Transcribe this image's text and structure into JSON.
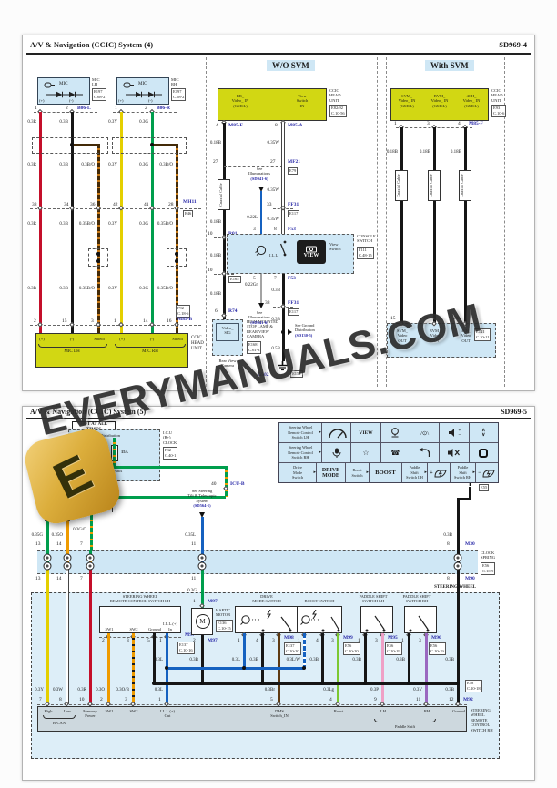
{
  "watermark": {
    "text": "EVERYMANUALS.COM",
    "logo_letter": "E"
  },
  "colors": {
    "ref_blue": "#2626a6",
    "block_yellow": "#d2d713",
    "light_blue": "#cfe7f5",
    "wire_red": "#c40f2a",
    "wire_black": "#161616",
    "wire_yellow": "#e4cf00",
    "wire_green": "#009e4d",
    "wire_orange": "#ef9b00",
    "wire_blue": "#1561c0",
    "wire_brown": "#5e3a12",
    "wire_pink": "#efa0c6",
    "wire_violet": "#9a68c0",
    "wire_lightgreen": "#7cc832",
    "wire_gray": "#a3a3a3"
  },
  "p4": {
    "title": "A/V & Navigation (CCIC) System (4)",
    "code": "SD969-4",
    "mic_lh": {
      "label": "MIC",
      "side": [
        "MIC",
        "LH"
      ],
      "conn": [
        "E197",
        "C.68-2"
      ],
      "pin1": "1",
      "pin2": "2",
      "ref": "B06-L",
      "plus": "(+)",
      "minus": "(-)"
    },
    "mic_rh": {
      "label": "MIC",
      "side": [
        "MIC",
        "RH"
      ],
      "conn": [
        "E197",
        "C.68-2"
      ],
      "pin1": "1",
      "pin2": "2",
      "ref": "B06-R",
      "plus": "(+)",
      "minus": "(-)"
    },
    "c1": {
      "row1": [
        "0.3R",
        "0.3B",
        "0.3Y",
        "0.3G"
      ],
      "row2": [
        "0.3R",
        "0.3B",
        "0.3B/O",
        "0.3Y",
        "0.3G",
        "0.3B/O"
      ],
      "m011": {
        "pins": [
          "38",
          "34",
          "36",
          "42",
          "41",
          "28"
        ],
        "ref": "MH11",
        "conn": "E46"
      },
      "row3": [
        "0.3R",
        "0.3B",
        "0.35B/O",
        "0.3Y",
        "0.3G",
        "0.35B/O"
      ],
      "row4": [
        "0.3R",
        "0.3B",
        "0.35B/O",
        "0.3Y",
        "0.3G",
        "0.35B/O"
      ],
      "pins": [
        "2",
        "15",
        "3",
        "1",
        "14",
        "16"
      ],
      "ref": "M85-B",
      "conn": [
        "F92",
        "C.18-6"
      ],
      "terms": [
        "(+)",
        "(-)",
        "Shield",
        "(+)",
        "(-)",
        "Shield"
      ],
      "braces": [
        "MIC LH",
        "MIC RH"
      ],
      "unit": [
        "CCIC",
        "HEAD",
        "UNIT"
      ]
    },
    "c2": {
      "header": "W/O SVM",
      "box_left": [
        "RR_",
        "Video_ IN",
        "(GMSL)"
      ],
      "box_right": [
        "View",
        "Switch",
        "IN"
      ],
      "unit": [
        "CCIC",
        "HEAD",
        "UNIT"
      ],
      "conn": [
        "E82/92",
        "C.10-56"
      ],
      "pin_l": "4",
      "ref_l": "M85-F",
      "pin_r": "8",
      "ref_r": "M85-A",
      "w018": "0.18B",
      "w035": "0.35W",
      "coax": "Coaxial Cable",
      "j27": "27",
      "mf21": "MF21",
      "e79": "E79",
      "r01": {
        "pin": "10",
        "ref": "R01",
        "conn": "E127"
      },
      "r02": {
        "pin": "10",
        "ref": "R02",
        "conn": "E165"
      },
      "r74": {
        "pin": "6",
        "ref": "R74"
      },
      "cam": {
        "sig": [
          "Video_",
          "SIG"
        ],
        "desc": [
          "HIGH-MOUNTED",
          "STOP LAMP &",
          "REAR VIEW",
          "CAMERA"
        ],
        "conn": [
          "E168",
          "C.61-3"
        ],
        "name": [
          "Rear View",
          "Camera"
        ]
      },
      "c33": {
        "pin": "33",
        "ref": "FF31",
        "conn": "E117"
      },
      "pin8": "8",
      "f53": "F53",
      "ill_top": [
        "See",
        "Illuminations",
        "(SD941-6)"
      ],
      "w022l": "0.22L",
      "pin3": "3",
      "console": {
        "name": [
          "CONSOLE",
          "SWITCH"
        ],
        "conn": [
          "F111",
          "C.48-15"
        ],
        "view": [
          "View",
          "Switch"
        ],
        "btn": "VIEW",
        "ill": "I.L.L."
      },
      "pin5": "5",
      "w022gr": "0.22Gr",
      "ill_bot": [
        "See",
        "Illuminations",
        "(SD941-6)"
      ],
      "pin7": "7",
      "w03b": "0.3B",
      "c38": {
        "pin": "38",
        "ref": "FF31",
        "conn": "E117"
      },
      "gnd_note": [
        "See Ground",
        "Distribution",
        "(SD130-5)"
      ],
      "w05b": "0.5B",
      "gnd": {
        "ref": "G502",
        "conn": "E152"
      }
    },
    "c3": {
      "header": "With SVM",
      "cols": [
        [
          "SVM_",
          "Video_ IN",
          "(GMSL)"
        ],
        [
          "BVM_",
          "Video_ IN",
          "(GMSL)"
        ],
        [
          "4CH_",
          "Video_ IN",
          "(GMSL)"
        ]
      ],
      "unit": [
        "CCIC",
        "HEAD",
        "UNIT"
      ],
      "conn": [
        "E93",
        "C.10-6"
      ],
      "ref": "M85-F",
      "top_pins": [
        "1",
        "3",
        "4"
      ],
      "labels": [
        "0.18B",
        "0.18B",
        "0.18B"
      ],
      "coax": "Coaxial Cable",
      "bot_pins": [
        "15",
        "76",
        "26"
      ],
      "out": [
        [
          "SVM_",
          "Video",
          "OUT"
        ],
        [
          "BVM_",
          "Video",
          "OUT"
        ],
        [
          "4CH_",
          "Video",
          "OUT"
        ]
      ],
      "out_conn": [
        "E141",
        "C.10-11"
      ]
    }
  },
  "p5": {
    "title": "A/V & Navigation (CCIC) System (5)",
    "code": "SD969-5",
    "hot": "HOT AT ALL TIMES",
    "fuse": {
      "power": [
        "See Power Distribution",
        "(SD100-10)"
      ],
      "amp": "15A",
      "load": [
        "Short Term",
        "Load"
      ],
      "details": [
        "See Passenger",
        "Compartment Fuse Details",
        "(SD120-78)"
      ],
      "icu": [
        "I.C.U",
        "(B+)",
        "CLOCK"
      ],
      "conn": [
        "F32",
        "C.40-1"
      ]
    },
    "icu_pin": "40",
    "icu_ref": "ICU-B",
    "w_go": "0.3G/O",
    "datalink": [
      "See Data",
      "Link Details",
      "(SD200-22)"
    ],
    "steer_ref": [
      "See Steering",
      "Tilt & Telescopic",
      "System",
      "(SD564-1)"
    ],
    "gnd": {
      "ref": "G501",
      "conn": "E55"
    },
    "band": {
      "name": [
        "CLOCK",
        "SPRING"
      ],
      "conn": [
        "E56",
        "C.10-9"
      ],
      "top_ref": "M30",
      "bot_ref": "M90",
      "top_labels": [
        "0.35G",
        "0.35O",
        "0.3G/O",
        "0.35L",
        "0.3B"
      ],
      "top_pins": [
        "13",
        "14",
        "7",
        "11",
        "8"
      ],
      "bot_pins": [
        "13",
        "14",
        "7",
        "11",
        "8"
      ]
    },
    "w03g": "0.3G",
    "sw_label": "STEERING WHEEL",
    "lh": {
      "title": [
        "STEERING WHEEL",
        "REMOTE CONTROL SWITCH LH"
      ],
      "terms": [
        "SW1",
        "SW2",
        "Ground"
      ],
      "ill": [
        "I.L.L.(+)",
        "In"
      ],
      "pins": [
        "2",
        "3",
        "5",
        "1"
      ],
      "ref": "M97",
      "conn": [
        "E137",
        "C.10-16"
      ]
    },
    "haptic": {
      "name": [
        "HAPTIC",
        "MOTOR"
      ],
      "conn": [
        "E136",
        "C.10-15"
      ],
      "m": "M",
      "pin1": "1",
      "pin2": "2",
      "ref": "M97",
      "wire": "0.3G"
    },
    "dms": {
      "title": [
        "DRIVE",
        "MODE SWITCH"
      ],
      "ill": "I.L.L.",
      "pins": [
        "1",
        "4",
        "3"
      ],
      "ref": "M98",
      "conn": [
        "E137",
        "C.10-20"
      ]
    },
    "boost": {
      "title": "BOOST SWITCH",
      "ill": "I.L.L.",
      "pins": [
        "1",
        "4",
        "3"
      ],
      "ref": "M99",
      "conn": [
        "E56",
        "C.10-20"
      ]
    },
    "plh": {
      "title": [
        "PADDLE SHIFT",
        "SWITCH LH"
      ],
      "pins": [
        "1",
        "3"
      ],
      "ref": "M95",
      "conn": [
        "E56",
        "C.10-19"
      ]
    },
    "prh": {
      "title": [
        "PADDLE SHIFT",
        "SWITCH RH"
      ],
      "pins": [
        "1",
        "3"
      ],
      "ref": "M96",
      "conn": [
        "E56",
        "C.10-19"
      ]
    },
    "mid_labels": [
      "0.3L",
      "0.3B",
      "0.3L",
      "0.3B",
      "0.3L/W",
      "0.3B",
      "0.3B",
      "0.3B",
      "0.3B"
    ],
    "bot_labels": [
      "0.3Y",
      "0.3W",
      "0.3R",
      "0.3O",
      "0.3O/B",
      "0.3L",
      "0.3Br",
      "0.3Lg",
      "0.3P",
      "0.3V",
      "0.3B"
    ],
    "rh": {
      "terms": [
        [
          "High"
        ],
        [
          "Low"
        ],
        [
          "Memory",
          "Power"
        ],
        [
          "SW1"
        ],
        [
          "SW2"
        ],
        [
          "I.L.L.(+)",
          "Out"
        ],
        [
          "DMS",
          "Switch_IN"
        ],
        [
          "Boost"
        ],
        [
          "LH"
        ],
        [
          "RH"
        ],
        [
          "Ground"
        ]
      ],
      "pins": [
        "7",
        "8",
        "10",
        "2",
        "3",
        "1",
        "5",
        "4",
        "9",
        "11",
        "12"
      ],
      "braces": [
        "B-CAN",
        "Paddle Shift"
      ],
      "ref": "M92",
      "conn": [
        "E58",
        "C.10-18"
      ],
      "side": [
        "STEERING",
        "WHEEL",
        "REMOTE",
        "CONTROL",
        "SWITCH RH"
      ]
    },
    "legend": {
      "row1_label": [
        "Steering Wheel",
        "Remote Control",
        "Switch LH"
      ],
      "row2_label": [
        "Steering Wheel",
        "Remote Control",
        "Switch RH"
      ],
      "view": "VIEW",
      "lane": "/⊙\\",
      "up": "∧",
      "down": "∨",
      "plus": "+",
      "minus": "−",
      "star": "☆",
      "phone": "☎",
      "drive_label": [
        "Drive",
        "Mode",
        "Switch"
      ],
      "drive": [
        "DRIVE",
        "MODE"
      ],
      "boost_label": [
        "Boost",
        "Switch"
      ],
      "boost": "BOOST",
      "plh_label": [
        "Paddle",
        "Shift",
        "Switch LH"
      ],
      "prh_label": [
        "Paddle",
        "Shift",
        "Switch RH"
      ]
    }
  }
}
